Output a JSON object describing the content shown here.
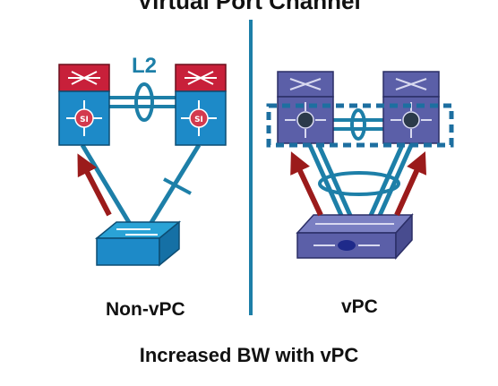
{
  "title": "Virtual Port Channel",
  "left": {
    "caption": "Non-vPC",
    "link_label": "L2",
    "switch_badge": "SI"
  },
  "right": {
    "caption": "vPC"
  },
  "footer": "Increased BW with vPC",
  "colors": {
    "link": "#1d7fa8",
    "red_module": "#c8203a",
    "blue_module": "#1d8ac8",
    "purple_module": "#5b5fa8",
    "arrow": "#9b1b1b",
    "divider": "#1d7fa8"
  }
}
